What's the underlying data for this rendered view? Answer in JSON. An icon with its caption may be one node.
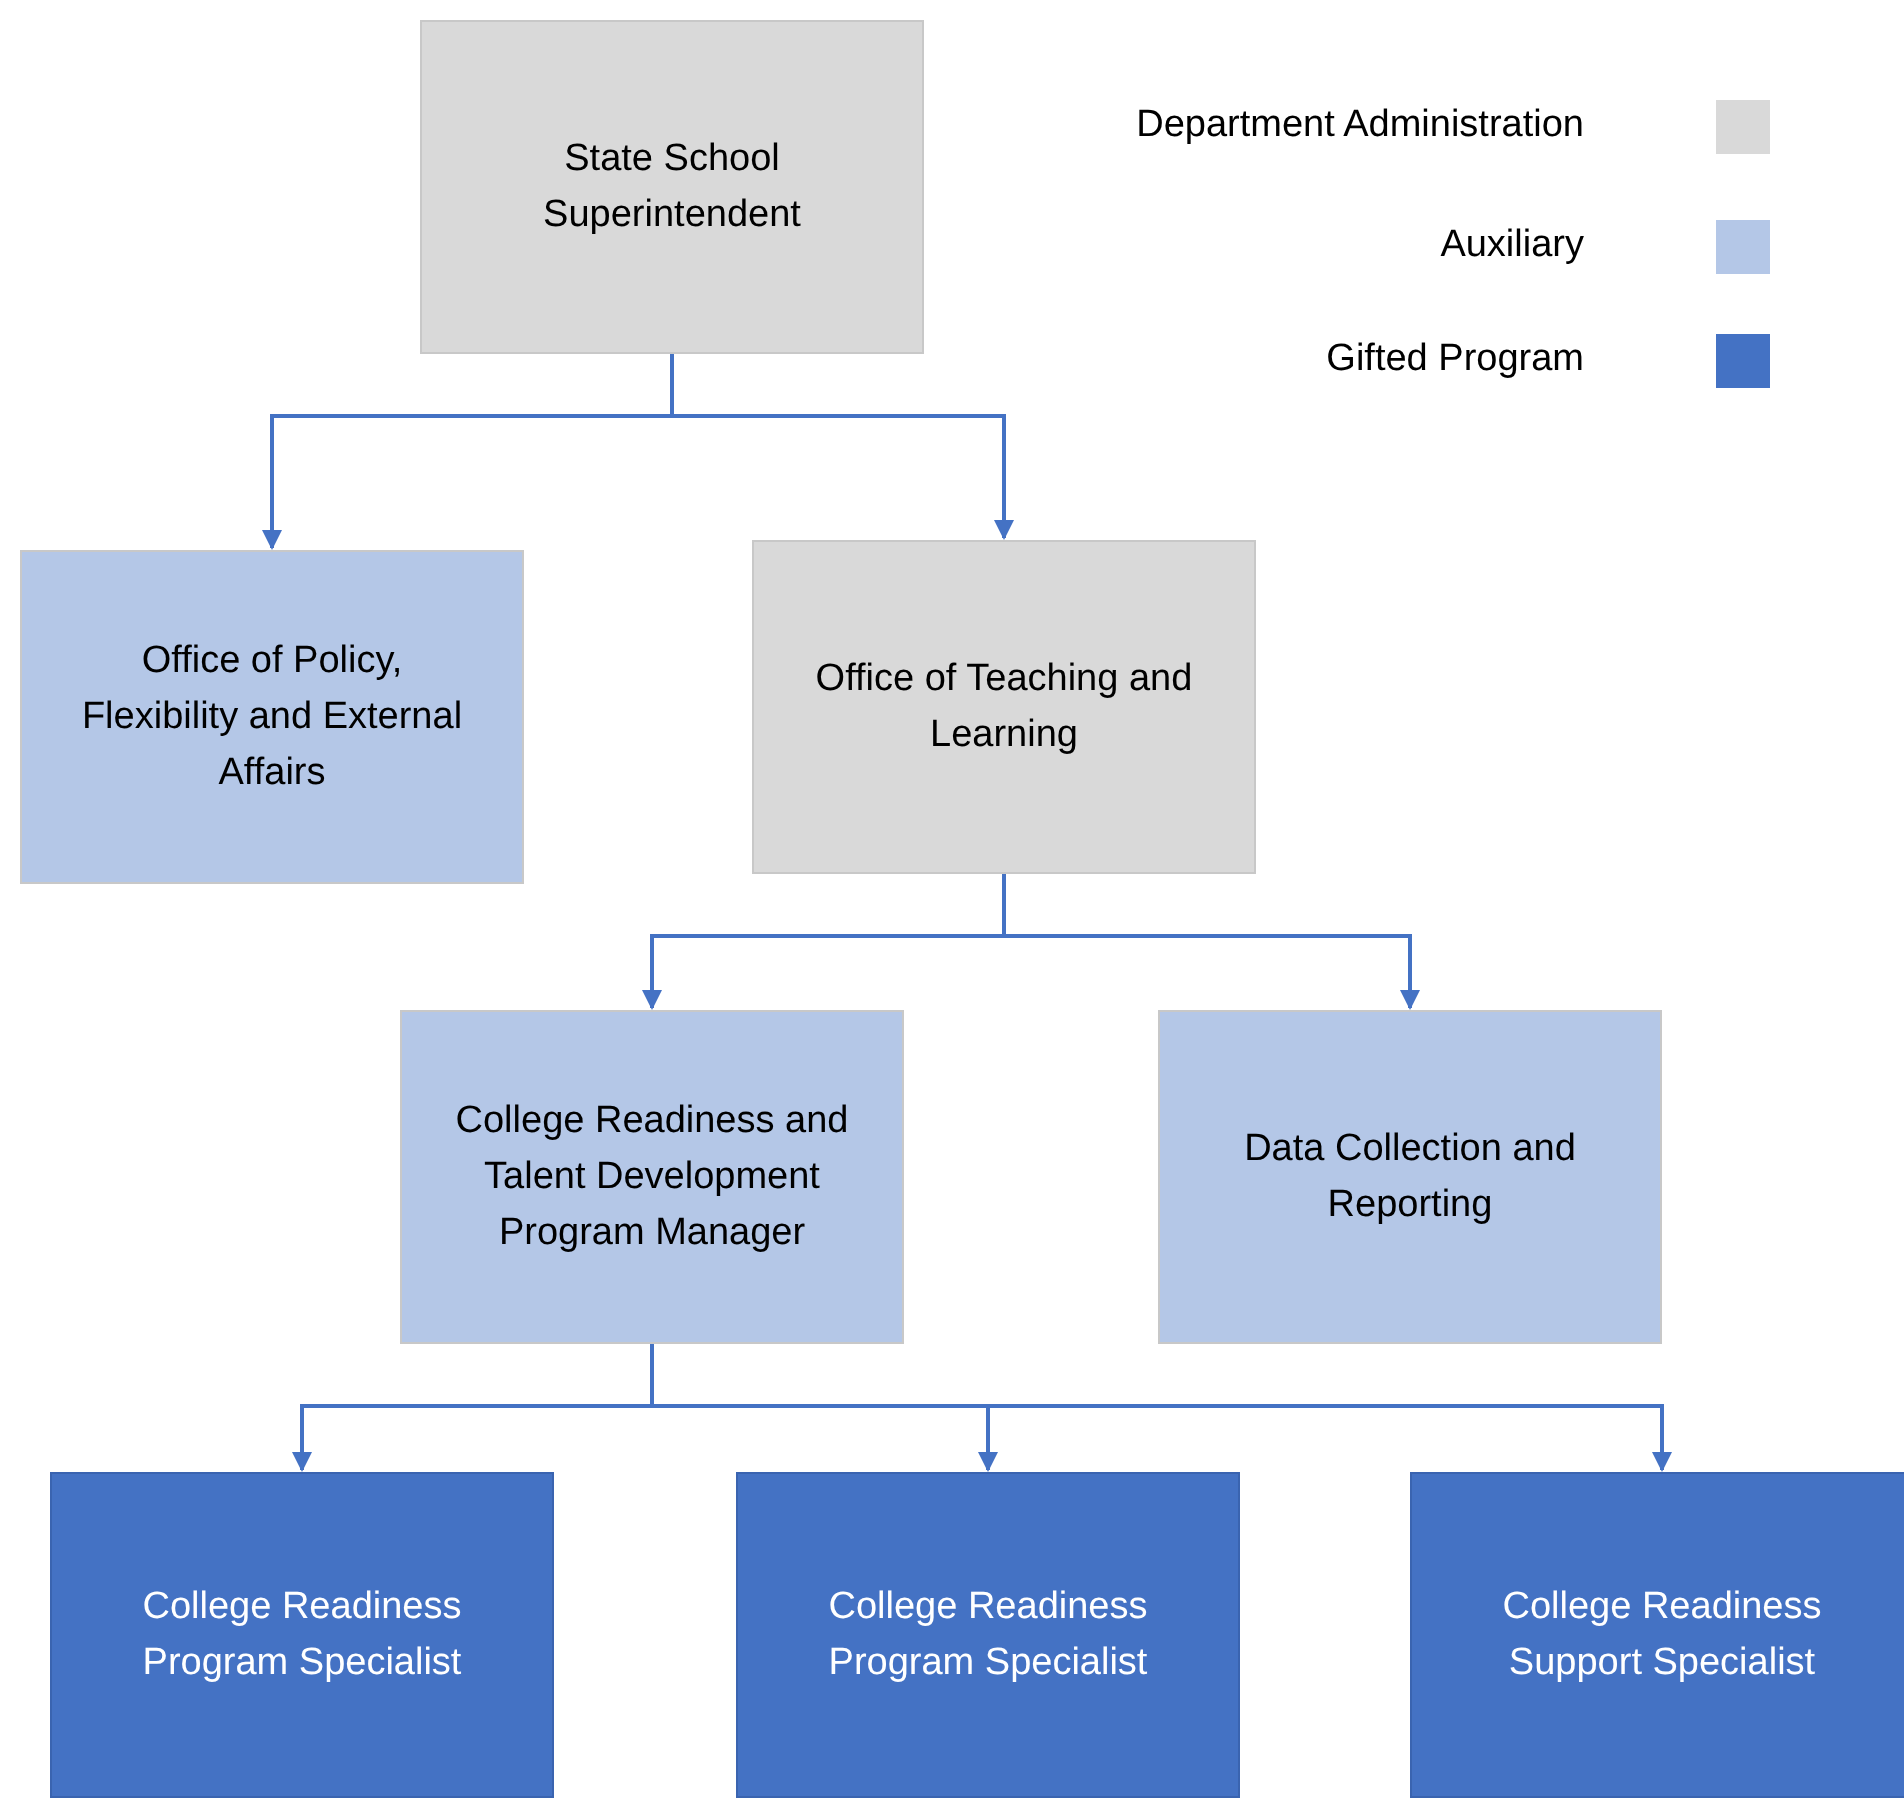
{
  "diagram": {
    "nodes": [
      {
        "text": [
          "State School Superintendent"
        ]
      },
      {
        "text": [
          "Office of Policy, Flexibility and External Affairs"
        ]
      },
      {
        "text": [
          "Office of Teaching and Learning"
        ]
      },
      {
        "text": [
          "College Readiness and Talent Development Program Manager"
        ]
      },
      {
        "text": [
          "Data Collection and Reporting"
        ]
      },
      {
        "text": [
          "College Readiness Program Specialist"
        ]
      },
      {
        "text": [
          "College Readiness Program Specialist"
        ]
      },
      {
        "text": [
          "College Readiness Support Specialist"
        ]
      }
    ],
    "edges": [
      {
        "from": 0,
        "to": 1,
        "arrow": "to"
      },
      {
        "from": 0,
        "to": 2,
        "arrow": "to"
      },
      {
        "from": 2,
        "to": 3,
        "arrow": "to"
      },
      {
        "from": 2,
        "to": 4,
        "arrow": "to"
      },
      {
        "from": 3,
        "to": 5,
        "arrow": "to"
      },
      {
        "from": 3,
        "to": 6,
        "arrow": "to"
      },
      {
        "from": 3,
        "to": 7,
        "arrow": "to"
      }
    ],
    "legend": [
      {
        "text": "Department Administration",
        "color": "#d9d9d9"
      },
      {
        "text": "Auxiliary",
        "color": "#b4c7e7"
      },
      {
        "text": "Gifted Program",
        "color": "#4472c4"
      }
    ]
  }
}
